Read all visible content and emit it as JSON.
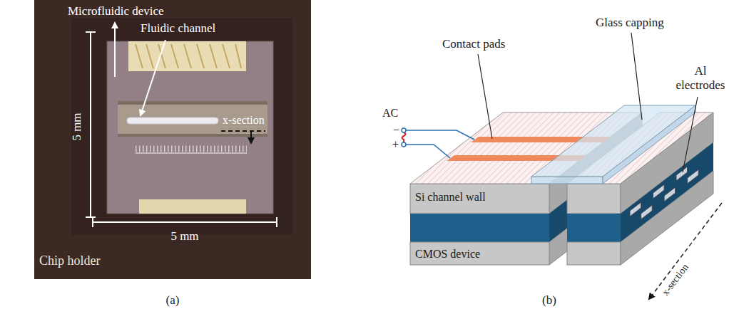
{
  "diagram": {
    "labels": [
      "Microfluidic device",
      "Fluidic channel",
      "5 mm",
      "x-section",
      "5 mm",
      "Chip holder",
      "(a)",
      "Glass capping",
      "Contact pads",
      "AC",
      "−",
      "+",
      "Al electrodes",
      "Si channel wall",
      "CMOS device",
      "x-section",
      "(b)"
    ]
  }
}
